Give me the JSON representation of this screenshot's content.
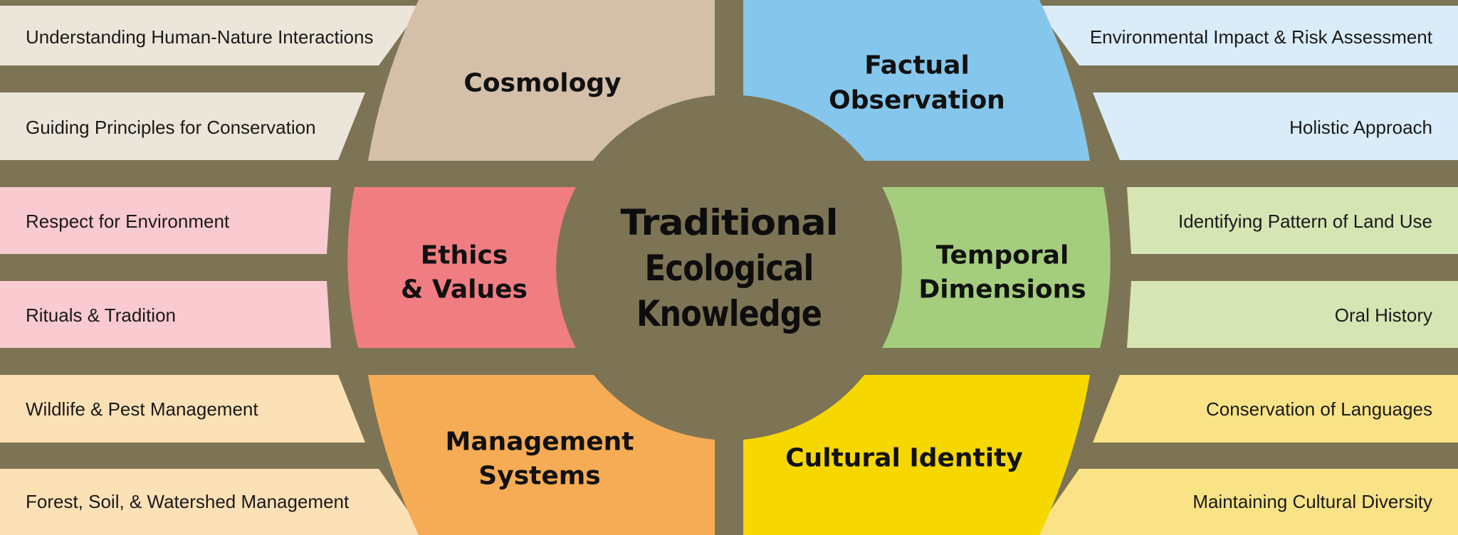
{
  "title": {
    "lines": [
      "Traditional",
      "Ecological",
      "Knowledge"
    ]
  },
  "wedges": {
    "cosmology": {
      "label": "Cosmology",
      "color": "#d4bfa9"
    },
    "factual": {
      "line1": "Factual",
      "line2": "Observation",
      "color": "#85c7ec"
    },
    "ethics": {
      "line1": "Ethics",
      "line2": "& Values",
      "color": "#f07d82"
    },
    "temporal": {
      "line1": "Temporal",
      "line2": "Dimensions",
      "color": "#a4ce7d"
    },
    "management": {
      "line1": "Management",
      "line2": "Systems",
      "color": "#f6ac55"
    },
    "cultural": {
      "label": "Cultural Identity",
      "color": "#f6d800"
    }
  },
  "left_bars": [
    {
      "label": "Understanding Human-Nature Interactions",
      "color": "#ece5d9"
    },
    {
      "label": "Guiding Principles for Conservation",
      "color": "#ece5d9"
    },
    {
      "label": "Respect for Environment",
      "color": "#f9cad0"
    },
    {
      "label": "Rituals & Tradition",
      "color": "#f9cad0"
    },
    {
      "label": "Wildlife & Pest Management",
      "color": "#fce1b7"
    },
    {
      "label": "Forest, Soil, & Watershed Management",
      "color": "#fce1b7"
    }
  ],
  "right_bars": [
    {
      "label": "Environmental Impact & Risk Assessment",
      "color": "#d9ecf8"
    },
    {
      "label": "Holistic Approach",
      "color": "#d9ecf8"
    },
    {
      "label": "Identifying Pattern of Land Use",
      "color": "#d6e5b4"
    },
    {
      "label": "Oral History",
      "color": "#d6e5b4"
    },
    {
      "label": "Conservation of Languages",
      "color": "#fae387"
    },
    {
      "label": "Maintaining Cultural Diversity",
      "color": "#fae387"
    }
  ],
  "colors": {
    "background": "#7d7455",
    "label_text": "#1a1a1a"
  }
}
